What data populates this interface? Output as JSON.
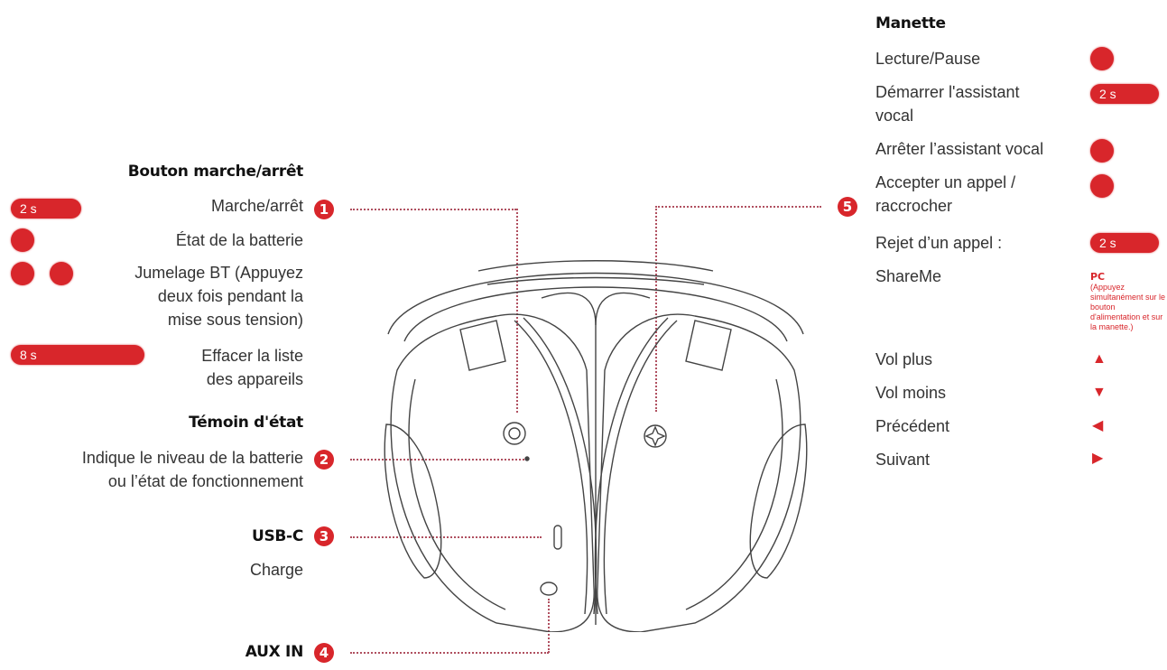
{
  "left": {
    "power_section": {
      "heading": "Bouton marche/arrêt",
      "items": [
        {
          "label": "Marche/arrêt",
          "indicator": "pill",
          "indicator_text": "2 s"
        },
        {
          "label": "État de la batterie",
          "indicator": "single-press"
        },
        {
          "label_lines": [
            "Jumelage BT (Appuyez",
            "deux fois pendant la",
            "mise sous tension)"
          ],
          "indicator": "double-press"
        },
        {
          "label_lines": [
            "Effacer la liste",
            "des appareils"
          ],
          "indicator": "pill",
          "indicator_text": "8 s"
        }
      ],
      "callout_number": "1"
    },
    "status_section": {
      "heading": "Témoin d'état",
      "label_lines": [
        "Indique le niveau de la batterie",
        "ou l’état de fonctionnement"
      ],
      "callout_number": "2"
    },
    "usb_section": {
      "heading": "USB-C",
      "label": "Charge",
      "callout_number": "3"
    },
    "aux_section": {
      "heading": "AUX IN",
      "callout_number": "4"
    }
  },
  "right": {
    "joystick_section": {
      "heading": "Manette",
      "callout_number": "5",
      "items": [
        {
          "label": "Lecture/Pause",
          "indicator": "single-press"
        },
        {
          "label_lines": [
            "Démarrer l'assistant",
            "vocal"
          ],
          "indicator": "pill",
          "indicator_text": "2 s"
        },
        {
          "label": "Arrêter l’assistant vocal",
          "indicator": "single-press"
        },
        {
          "label_lines": [
            "Accepter un appel /",
            "raccrocher"
          ],
          "indicator": "single-press"
        },
        {
          "label": "Rejet d’un appel :",
          "indicator": "pill",
          "indicator_text": "2 s"
        },
        {
          "label": "ShareMe",
          "indicator": "pc-note",
          "indicator_title": "PC",
          "indicator_note": "(Appuyez simultanément sur le bouton d'alimentation et sur la manette.)"
        },
        {
          "label": "Vol plus",
          "indicator": "arrow-up-icon",
          "glyph": "▲"
        },
        {
          "label": "Vol moins",
          "indicator": "arrow-down-icon",
          "glyph": "▼"
        },
        {
          "label": "Précédent",
          "indicator": "arrow-left-icon",
          "glyph": "◀"
        },
        {
          "label": "Suivant",
          "indicator": "arrow-right-icon",
          "glyph": "▶"
        }
      ]
    }
  },
  "colors": {
    "accent": "#d8262b",
    "leader_line": "#b05060",
    "text": "#333333",
    "heading": "#111111"
  }
}
